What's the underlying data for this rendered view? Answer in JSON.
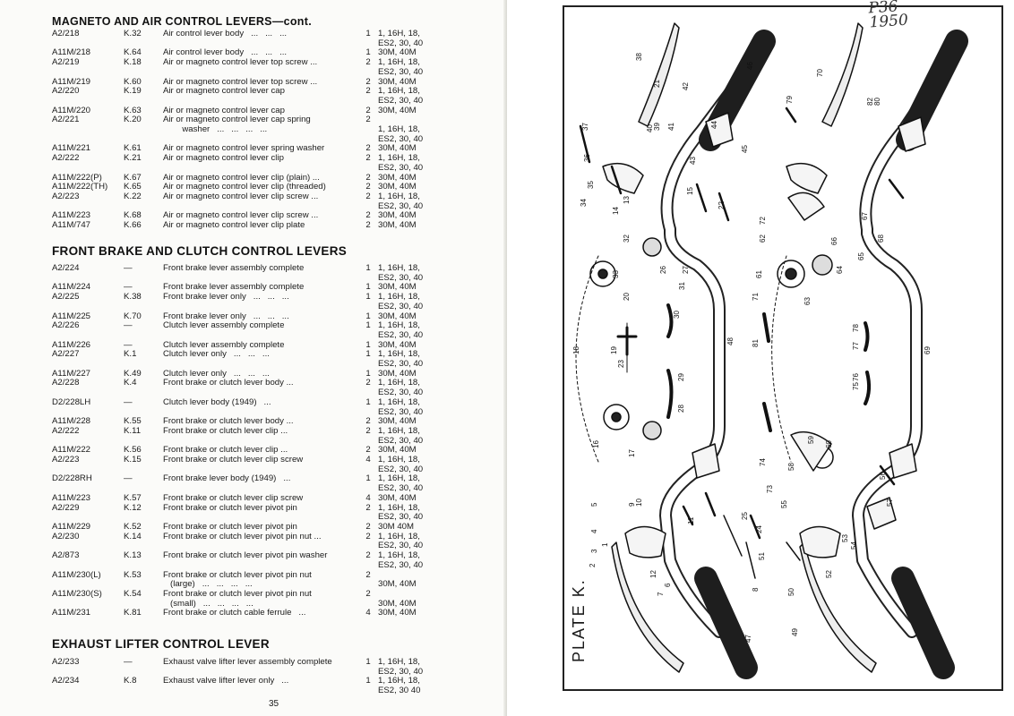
{
  "left_page": {
    "section1": {
      "title": "MAGNETO AND AIR CONTROL LEVERS—cont.",
      "rows": [
        {
          "part": "A2/218",
          "k": "K.32",
          "desc": "Air control lever body   ...   ...   ...",
          "qty": "1",
          "models": "1, 16H, 18,\nES2, 30, 40"
        },
        {
          "part": "A11M/218",
          "k": "K.64",
          "desc": "Air control lever body   ...   ...   ...",
          "qty": "1",
          "models": "30M, 40M"
        },
        {
          "part": "A2/219",
          "k": "K.18",
          "desc": "Air or magneto control lever top screw ...",
          "qty": "2",
          "models": "1, 16H, 18,\nES2, 30, 40"
        },
        {
          "part": "A11M/219",
          "k": "K.60",
          "desc": "Air or magneto control lever top screw ...",
          "qty": "2",
          "models": "30M, 40M"
        },
        {
          "part": "A2/220",
          "k": "K.19",
          "desc": "Air or magneto control lever cap",
          "qty": "2",
          "models": "1, 16H, 18,\nES2, 30, 40"
        },
        {
          "part": "A11M/220",
          "k": "K.63",
          "desc": "Air or magneto control lever cap",
          "qty": "2",
          "models": "30M, 40M"
        },
        {
          "part": "A2/221",
          "k": "K.20",
          "desc": "Air or magneto control lever cap spring\n        washer   ...   ...   ...   ...",
          "qty": "2",
          "models": "\n1, 16H, 18,\nES2, 30, 40"
        },
        {
          "part": "A11M/221",
          "k": "K.61",
          "desc": "Air or magneto control lever spring washer",
          "qty": "2",
          "models": "30M, 40M"
        },
        {
          "part": "A2/222",
          "k": "K.21",
          "desc": "Air or magneto control lever clip",
          "qty": "2",
          "models": "1, 16H, 18,\nES2, 30, 40"
        },
        {
          "part": "A11M/222(P)",
          "k": "K.67",
          "desc": "Air or magneto control lever clip (plain) ...",
          "qty": "2",
          "models": "30M, 40M"
        },
        {
          "part": "A11M/222(TH)",
          "k": "K.65",
          "desc": "Air or magneto control lever clip (threaded)",
          "qty": "2",
          "models": "30M, 40M"
        },
        {
          "part": "A2/223",
          "k": "K.22",
          "desc": "Air or magneto control lever clip screw ...",
          "qty": "2",
          "models": "1, 16H, 18,\nES2, 30, 40"
        },
        {
          "part": "A11M/223",
          "k": "K.68",
          "desc": "Air or magneto control lever clip screw ...",
          "qty": "2",
          "models": "30M, 40M"
        },
        {
          "part": "A11M/747",
          "k": "K.66",
          "desc": "Air or magneto control lever clip plate",
          "qty": "2",
          "models": "30M, 40M"
        }
      ]
    },
    "section2": {
      "title": "FRONT BRAKE AND CLUTCH CONTROL LEVERS",
      "rows": [
        {
          "part": "A2/224",
          "k": "—",
          "desc": "Front brake lever assembly complete",
          "qty": "1",
          "models": "1, 16H, 18,\nES2, 30, 40"
        },
        {
          "part": "A11M/224",
          "k": "—",
          "desc": "Front brake lever assembly complete",
          "qty": "1",
          "models": "30M, 40M"
        },
        {
          "part": "A2/225",
          "k": "K.38",
          "desc": "Front brake lever only   ...   ...   ...",
          "qty": "1",
          "models": "1, 16H, 18,\nES2, 30, 40"
        },
        {
          "part": "A11M/225",
          "k": "K.70",
          "desc": "Front brake lever only   ...   ...   ...",
          "qty": "1",
          "models": "30M, 40M"
        },
        {
          "part": "A2/226",
          "k": "—",
          "desc": "Clutch lever assembly complete",
          "qty": "1",
          "models": "1, 16H, 18,\nES2, 30, 40"
        },
        {
          "part": "A11M/226",
          "k": "—",
          "desc": "Clutch lever assembly complete",
          "qty": "1",
          "models": "30M, 40M"
        },
        {
          "part": "A2/227",
          "k": "K.1",
          "desc": "Clutch lever only   ...   ...   ...",
          "qty": "1",
          "models": "1, 16H, 18,\nES2, 30, 40"
        },
        {
          "part": "A11M/227",
          "k": "K.49",
          "desc": "Clutch lever only   ...   ...   ...",
          "qty": "1",
          "models": "30M, 40M"
        },
        {
          "part": "A2/228",
          "k": "K.4",
          "desc": "Front brake or clutch lever body ...",
          "qty": "2",
          "models": "1, 16H, 18,\nES2, 30, 40"
        },
        {
          "part": "D2/228LH",
          "k": "—",
          "desc": "Clutch lever body (1949)   ...",
          "qty": "1",
          "models": "1, 16H, 18,\nES2, 30, 40"
        },
        {
          "part": "A11M/228",
          "k": "K.55",
          "desc": "Front brake or clutch lever body ...",
          "qty": "2",
          "models": "30M, 40M"
        },
        {
          "part": "A2/222",
          "k": "K.11",
          "desc": "Front brake or clutch lever clip ...",
          "qty": "2",
          "models": "1, 16H, 18,\nES2, 30, 40"
        },
        {
          "part": "A11M/222",
          "k": "K.56",
          "desc": "Front brake or clutch lever clip ...",
          "qty": "2",
          "models": "30M, 40M"
        },
        {
          "part": "A2/223",
          "k": "K.15",
          "desc": "Front brake or clutch lever clip screw",
          "qty": "4",
          "models": "1, 16H, 18,\nES2, 30, 40"
        },
        {
          "part": "D2/228RH",
          "k": "—",
          "desc": "Front brake lever body (1949)   ...",
          "qty": "1",
          "models": "1, 16H, 18,\nES2, 30, 40"
        },
        {
          "part": "A11M/223",
          "k": "K.57",
          "desc": "Front brake or clutch lever clip screw",
          "qty": "4",
          "models": "30M, 40M"
        },
        {
          "part": "A2/229",
          "k": "K.12",
          "desc": "Front brake or clutch lever pivot pin",
          "qty": "2",
          "models": "1, 16H, 18,\nES2, 30, 40"
        },
        {
          "part": "A11M/229",
          "k": "K.52",
          "desc": "Front brake or clutch lever pivot pin",
          "qty": "2",
          "models": "30M 40M"
        },
        {
          "part": "A2/230",
          "k": "K.14",
          "desc": "Front brake or clutch lever pivot pin nut ...",
          "qty": "2",
          "models": "1, 16H, 18,\nES2, 30, 40"
        },
        {
          "part": "A2/873",
          "k": "K.13",
          "desc": "Front brake or clutch lever pivot pin washer",
          "qty": "2",
          "models": "1, 16H, 18,\nES2, 30, 40"
        },
        {
          "part": "A11M/230(L)",
          "k": "K.53",
          "desc": "Front brake or clutch lever pivot pin nut\n   (large)   ...   ...   ...   ...",
          "qty": "\n2",
          "models": "\n30M, 40M"
        },
        {
          "part": "A11M/230(S)",
          "k": "K.54",
          "desc": "Front brake or clutch lever pivot pin nut\n   (small)   ...   ...   ...   ...",
          "qty": "\n2",
          "models": "\n30M, 40M"
        },
        {
          "part": "A11M/231",
          "k": "K.81",
          "desc": "Front brake or clutch cable ferrule   ...",
          "qty": "4",
          "models": "30M, 40M"
        }
      ]
    },
    "section3": {
      "title": "EXHAUST LIFTER CONTROL LEVER",
      "rows": [
        {
          "part": "A2/233",
          "k": "—",
          "desc": "Exhaust valve lifter lever assembly complete",
          "qty": "1",
          "models": "1, 16H, 18,\nES2, 30, 40"
        },
        {
          "part": "A2/234",
          "k": "K.8",
          "desc": "Exhaust valve lifter lever only   ...",
          "qty": "1",
          "models": "1, 16H, 18,\nES2, 30 40"
        }
      ]
    },
    "page_number": "35"
  },
  "right_page": {
    "plate_label": "PLATE K.",
    "handwritten_line1": "P36",
    "handwritten_line2": "1950",
    "callouts": [
      "38",
      "21",
      "42",
      "46",
      "37",
      "40",
      "39",
      "41",
      "43",
      "44",
      "45",
      "36",
      "35",
      "34",
      "14",
      "13",
      "15",
      "22",
      "32",
      "33",
      "23",
      "20",
      "19",
      "18",
      "30",
      "31",
      "27",
      "26",
      "48",
      "29",
      "28",
      "17",
      "16",
      "10",
      "9",
      "12",
      "11",
      "5",
      "4",
      "3",
      "2",
      "1",
      "7",
      "8",
      "6",
      "47",
      "49",
      "50",
      "51",
      "52",
      "53",
      "54",
      "55",
      "56",
      "57",
      "58",
      "59",
      "60",
      "61",
      "62",
      "63",
      "64",
      "65",
      "66",
      "67",
      "68",
      "69",
      "70",
      "71",
      "72",
      "73",
      "74",
      "75",
      "76",
      "77",
      "78",
      "79",
      "80",
      "81",
      "82",
      "24",
      "25"
    ]
  }
}
